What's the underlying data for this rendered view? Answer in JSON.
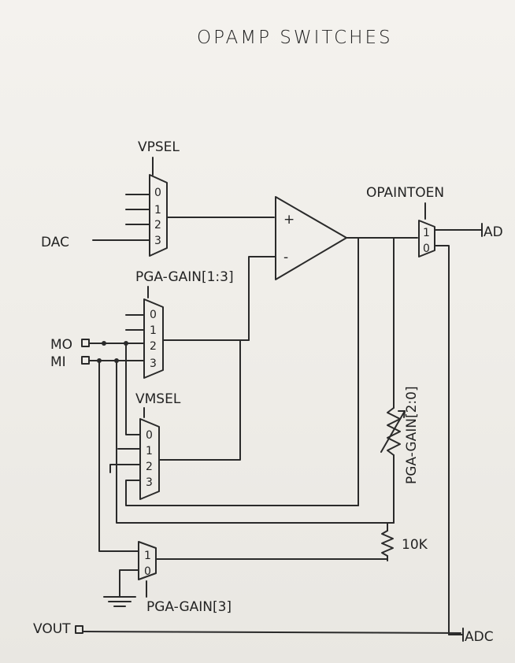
{
  "title": "OPAMP SWITCHES",
  "labels": {
    "vpsel": "VPSEL",
    "dac": "DAC",
    "pga_gain_13": "PGA-GAIN[1:3]",
    "mo": "MO",
    "mi": "MI",
    "vmsel": "VMSEL",
    "opaintoen": "OPAINTOEN",
    "ad": "AD",
    "pga_gain_20": "PGA-GAIN[2:0]",
    "r10k": "10K",
    "pga_gain_3": "PGA-GAIN[3]",
    "vout": "VOUT",
    "adc": "ADC"
  },
  "opamp": {
    "plus": "+",
    "minus": "-"
  },
  "mux_vpsel": [
    "0",
    "1",
    "2",
    "3"
  ],
  "mux_pga": [
    "0",
    "1",
    "2",
    "3"
  ],
  "mux_vmsel": [
    "0",
    "1",
    "2",
    "3"
  ],
  "mux_out": [
    "1",
    "0"
  ],
  "mux_bottom": [
    "1",
    "0"
  ]
}
